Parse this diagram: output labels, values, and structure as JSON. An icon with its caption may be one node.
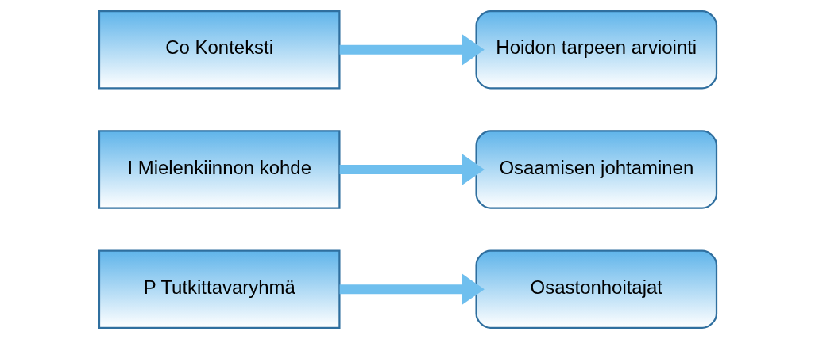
{
  "diagram": {
    "nodes": [
      {
        "text": [
          "P Tutkittavaryhmä"
        ]
      },
      {
        "text": [
          "Osastonhoitajat"
        ]
      },
      {
        "text": [
          "I Mielenkiinnon kohde"
        ]
      },
      {
        "text": [
          "Osaamisen johtaminen"
        ]
      },
      {
        "text": [
          "Co Konteksti"
        ]
      },
      {
        "text": [
          "Hoidon tarpeen arviointi"
        ]
      }
    ],
    "edges": [
      {
        "from": 0,
        "to": 1,
        "arrow": "to"
      },
      {
        "from": 2,
        "to": 3,
        "arrow": "to"
      },
      {
        "from": 4,
        "to": 5,
        "arrow": "to"
      }
    ]
  }
}
